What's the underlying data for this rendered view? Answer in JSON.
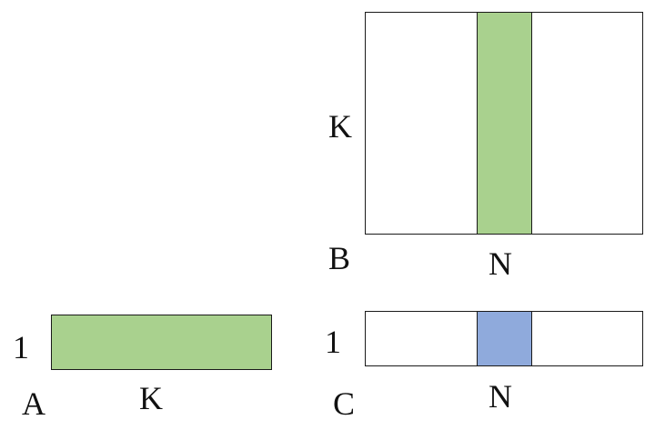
{
  "colors": {
    "a_fill": "#a9d18e",
    "b_column_fill": "#a9d18e",
    "c_cell_fill": "#8faadc",
    "outline": "#1a1a1a"
  },
  "matrix_b": {
    "name": "B",
    "rows_label": "K",
    "cols_label": "N"
  },
  "matrix_a": {
    "name": "A",
    "rows_label": "1",
    "cols_label": "K"
  },
  "matrix_c": {
    "name": "C",
    "rows_label": "1",
    "cols_label": "N"
  }
}
